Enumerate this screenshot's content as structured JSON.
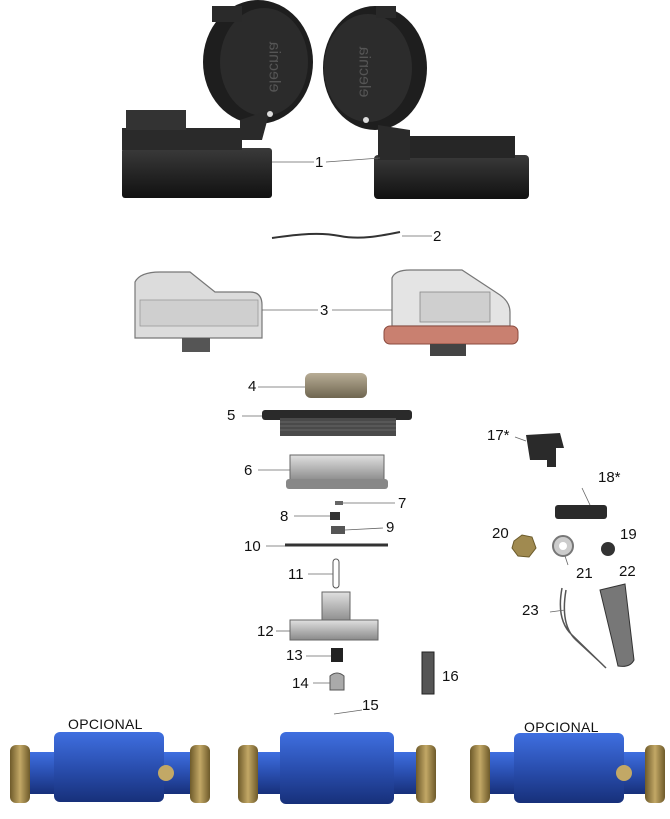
{
  "callouts": {
    "c1": "1",
    "c2": "2",
    "c3": "3",
    "c4": "4",
    "c5": "5",
    "c6": "6",
    "c7": "7",
    "c8": "8",
    "c9": "9",
    "c10": "10",
    "c11": "11",
    "c12": "12",
    "c13": "13",
    "c14": "14",
    "c15": "15",
    "c16": "16",
    "c17": "17*",
    "c18": "18*",
    "c19": "19",
    "c20": "20",
    "c21": "21",
    "c22": "22",
    "c23": "23"
  },
  "captions": {
    "left": "OPCIONAL",
    "right": "OPCIONAL"
  },
  "logo_text": "elecnia",
  "colors": {
    "dark_part": "#1c1c1c",
    "meter_blue": "#2a4fb0",
    "brass": "#a08a50",
    "copper_ring": "#c98070",
    "gray_part": "#9a9a9a"
  }
}
